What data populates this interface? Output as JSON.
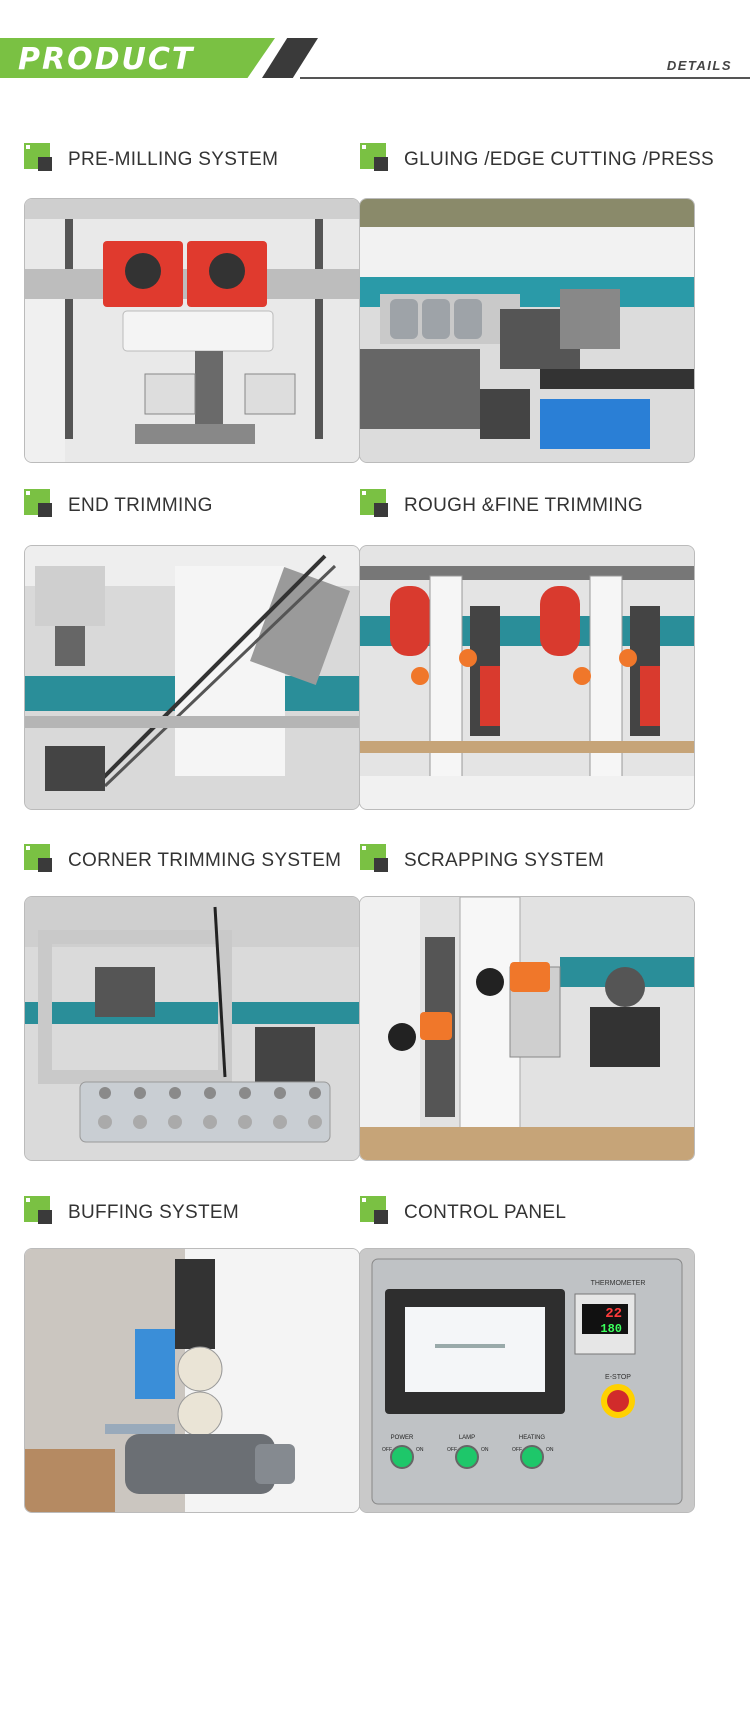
{
  "header": {
    "title": "PRODUCT",
    "details": "DETAILS"
  },
  "colors": {
    "accent_green": "#7ac143",
    "dark": "#3a3a3a"
  },
  "sections": [
    {
      "label": "PRE-MILLING SYSTEM",
      "icon": "pre-milling-photo"
    },
    {
      "label": "GLUING /EDGE CUTTING /PRESS",
      "icon": "gluing-photo"
    },
    {
      "label": "END TRIMMING",
      "icon": "end-trimming-photo"
    },
    {
      "label": "ROUGH &FINE TRIMMING",
      "icon": "rough-fine-trimming-photo"
    },
    {
      "label": "CORNER TRIMMING SYSTEM",
      "icon": "corner-trimming-photo"
    },
    {
      "label": "SCRAPPING SYSTEM",
      "icon": "scrapping-photo"
    },
    {
      "label": "BUFFING SYSTEM",
      "icon": "buffing-photo"
    },
    {
      "label": "CONTROL PANEL",
      "icon": "control-panel-photo"
    }
  ],
  "control_panel": {
    "thermometer_label": "THERMOMETER",
    "temp_pv": "22",
    "temp_sv": "180",
    "estop_label": "E-STOP",
    "switches": [
      {
        "label": "POWER",
        "off": "OFF",
        "on": "ON"
      },
      {
        "label": "LAMP",
        "off": "OFF",
        "on": "ON"
      },
      {
        "label": "HEATING",
        "off": "OFF",
        "on": "ON"
      }
    ]
  }
}
